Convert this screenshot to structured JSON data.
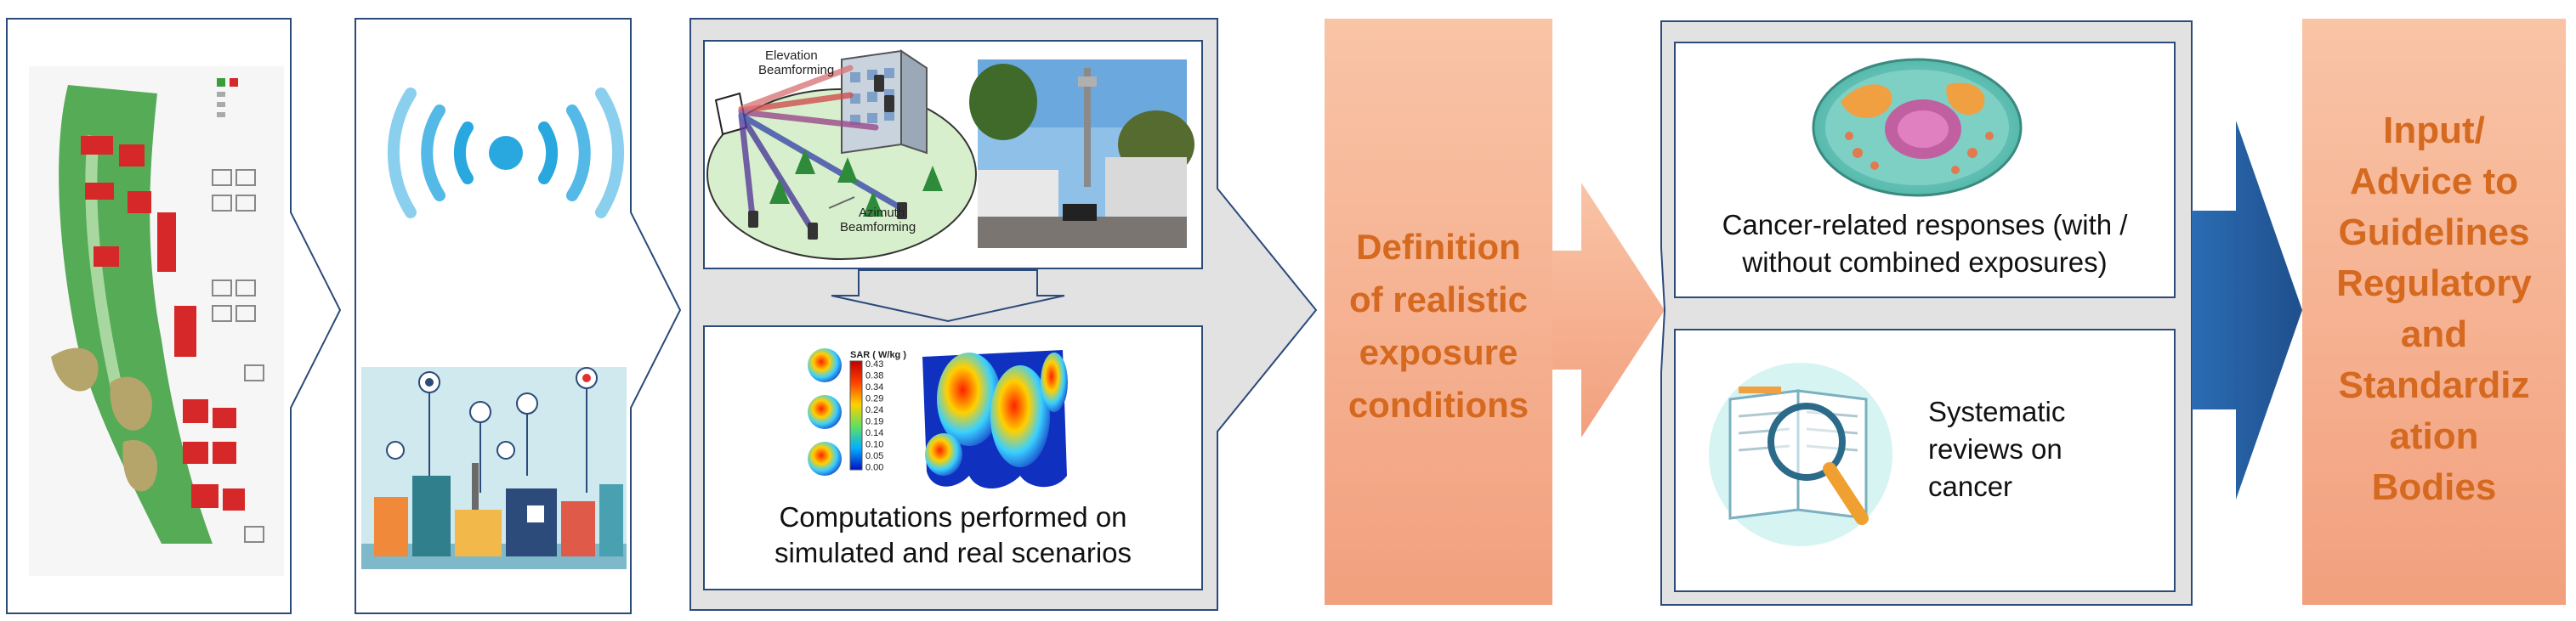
{
  "colors": {
    "panel_border": "#2c4a7a",
    "chevron_fill": "#e2e2e2",
    "peach_light": "#f9c9ad",
    "peach_dark": "#f3a98a",
    "orange_text": "#d4691f",
    "blue_arrow": "#2d5f9e",
    "map_green": "#3a9d3a",
    "map_red": "#d62828",
    "wifi_blue": "#29a8e0"
  },
  "icons": [
    "city-map",
    "wifi-signal-icon",
    "smart-city-illustration",
    "beamforming-diagram",
    "antenna-photo",
    "sar-simulation",
    "cell-illustration",
    "book-magnifier-icon"
  ],
  "beamforming": {
    "elevation_label_line1": "Elevation",
    "elevation_label_line2": "Beamforming",
    "azimuth_label_line1": "Azimuth",
    "azimuth_label_line2": "Beamforming"
  },
  "sar": {
    "legend_title": "SAR ( W/kg )",
    "legend_values": [
      "0.43",
      "0.38",
      "0.34",
      "0.29",
      "0.24",
      "0.19",
      "0.14",
      "0.10",
      "0.05",
      "0.00"
    ]
  },
  "computations": {
    "line1": "Computations performed on",
    "line2": "simulated and real scenarios"
  },
  "definition": {
    "lines": [
      "Definition",
      "of realistic",
      "exposure",
      "conditions"
    ]
  },
  "cancer": {
    "line1": "Cancer-related responses (with /",
    "line2": "without combined exposures)"
  },
  "reviews": {
    "lines": [
      "Systematic",
      "reviews on",
      "cancer"
    ]
  },
  "output": {
    "lines": [
      "Input/",
      "Advice to",
      "Guidelines",
      "Regulatory",
      "and",
      "Standardiz",
      "ation",
      "Bodies"
    ]
  }
}
